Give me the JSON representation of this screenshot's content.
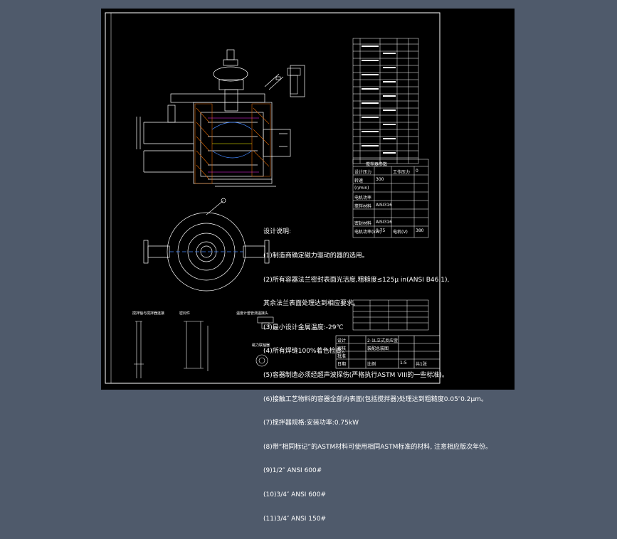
{
  "drawing": {
    "design_notes": {
      "title": "设计说明:",
      "items": [
        "(1)制造商确定磁力驱动的器的选用。",
        "(2)所有容器法兰密封表面光洁度,粗糙度≤125μ in(ANSI B46.1),",
        "其余法兰表面处理达到相应要求。",
        "(3)最小设计金属温度:-29℃",
        "(4)所有焊缝100%着色检查。",
        "(5)容器制造必须经超声波探伤(严格执行ASTM VIII的一些标准)。",
        "(6)接触工艺物料的容器全部内表面(包括搅拌器)处理达到粗糙度0.05″0.2μm。",
        "(7)搅拌器规格:安装功率:0.75kW",
        "(8)带“相同标记”的ASTM材料可使用相同ASTM标准的材料, 注意相应版次年份。",
        "(9)1/2″ ANSI 600#",
        "(10)3/4″ ANSI 600#",
        "(11)3/4″ ANSI 150#"
      ]
    },
    "spec_table": {
      "title": "搅拌器参数",
      "rows": [
        [
          "设计压力",
          "",
          "工作压力",
          "0"
        ],
        [
          "转速",
          "300",
          "",
          ""
        ],
        [
          "(r/min)",
          "",
          "",
          ""
        ],
        [
          "电机功率",
          "",
          "",
          ""
        ],
        [
          "搅拌材料",
          "AISI316",
          "",
          ""
        ],
        [
          "",
          "",
          "",
          ""
        ],
        [
          "密封材料",
          "AISI316",
          "",
          ""
        ],
        [
          "电机功率(kW)",
          "0.75",
          "电机(V)",
          "380"
        ]
      ]
    },
    "title_block": {
      "rows": [
        [
          "设计",
          "",
          "2-1L立式反应釜",
          "",
          ""
        ],
        [
          "审核",
          "",
          "装配总装图",
          "",
          ""
        ],
        [
          "批准",
          "",
          "",
          "",
          ""
        ],
        [
          "日期",
          "",
          "比例",
          "1:5",
          "共1张"
        ]
      ]
    },
    "detail_labels": {
      "left": "搅拌轴与搅拌器连接",
      "mid": "密封件",
      "right": "温度计套管测温接头",
      "bottom": "磁力联轴器"
    },
    "colors": {
      "background": "#4f5a6b",
      "canvas": "#000000",
      "line": "#ffffff"
    }
  }
}
